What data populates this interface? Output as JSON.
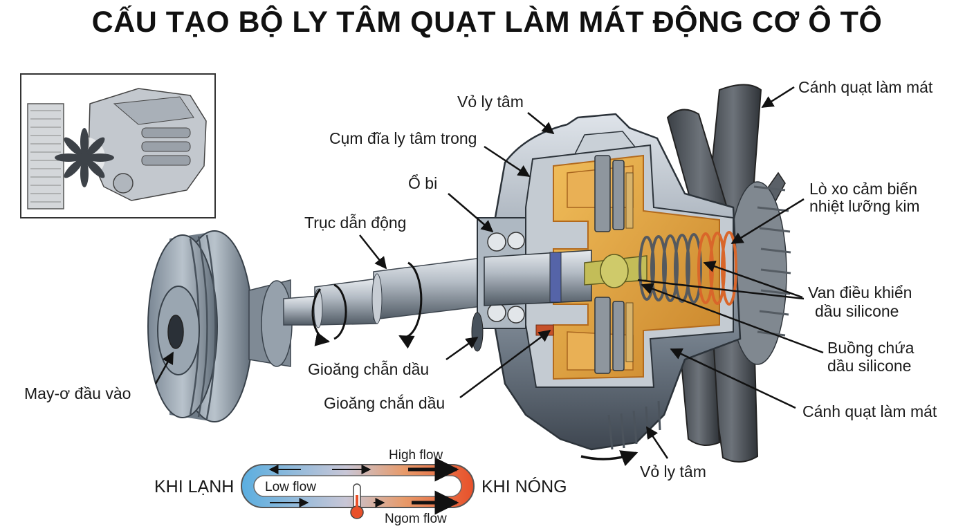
{
  "title": "CẤU TẠO BỘ LY TÂM QUẠT LÀM MÁT ĐỘNG CƠ Ô TÔ",
  "labels": {
    "vo_ly_tam_top": "Vỏ ly tâm",
    "cum_dia": "Cụm đĩa ly tâm trong",
    "o_bi": "Ổ bi",
    "truc_dan_dong": "Trục dẫn động",
    "canh_quat_top": "Cánh quạt làm mát",
    "lo_xo_line1": "Lò xo cảm biến",
    "lo_xo_line2": "nhiệt lưỡng kim",
    "van_line1": "Van điều khiển",
    "van_line2": "dầu silicone",
    "buong_line1": "Buồng chứa",
    "buong_line2": "dầu silicone",
    "canh_quat_bottom": "Cánh quạt làm mát",
    "vo_ly_tam_bottom": "Vỏ ly tâm",
    "gioang_1": "Gioăng chẫn dầu",
    "gioang_2": "Gioăng chắn dầu",
    "may_o": "May-ơ đầu vào"
  },
  "legend": {
    "cold_label": "KHI LẠNH",
    "hot_label": "KHI NÓNG",
    "high_flow": "High flow",
    "low_flow": "Low flow",
    "ngom_flow": "Ngom flow",
    "cold_color": "#5aaee0",
    "hot_color": "#e8502a"
  },
  "colors": {
    "housing": "#8c959e",
    "oil": "#e0a13a",
    "spring_hot": "#d9662a",
    "fan_blade": "#4a4f55"
  }
}
